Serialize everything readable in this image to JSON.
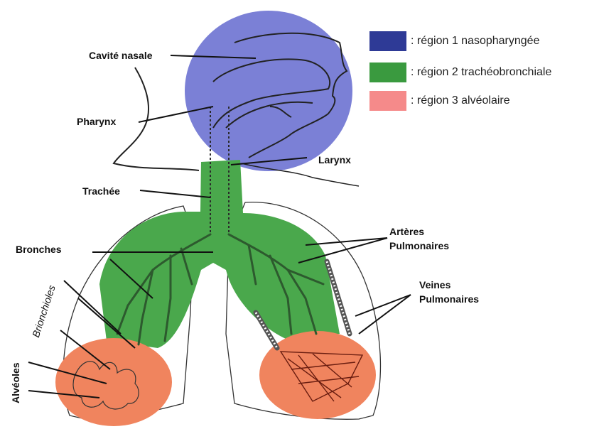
{
  "legend": {
    "items": [
      {
        "text": ": région 1 nasopharyngée",
        "color": "#2e3a96"
      },
      {
        "text": ": région 2 trachéobronchiale",
        "color": "#3a9a3f"
      },
      {
        "text": ": région 3 alvéolaire",
        "color": "#f58a8a"
      }
    ]
  },
  "labels": {
    "cavite_nasale": "Cavité nasale",
    "pharynx": "Pharynx",
    "larynx": "Larynx",
    "trachee": "Trachée",
    "bronches": "Bronches",
    "brionchioles": "Brionchioles",
    "alveoles": "Alvéoles",
    "arteres_line1": "Artères",
    "arteres_line2": "Pulmonaires",
    "veines_line1": "Veines",
    "veines_line2": "Pulmonaires"
  },
  "region_colors": {
    "nasopharyngeal": "#7b80d6",
    "tracheobronchial": "#4aa84c",
    "alveolar": "#f0845e"
  }
}
